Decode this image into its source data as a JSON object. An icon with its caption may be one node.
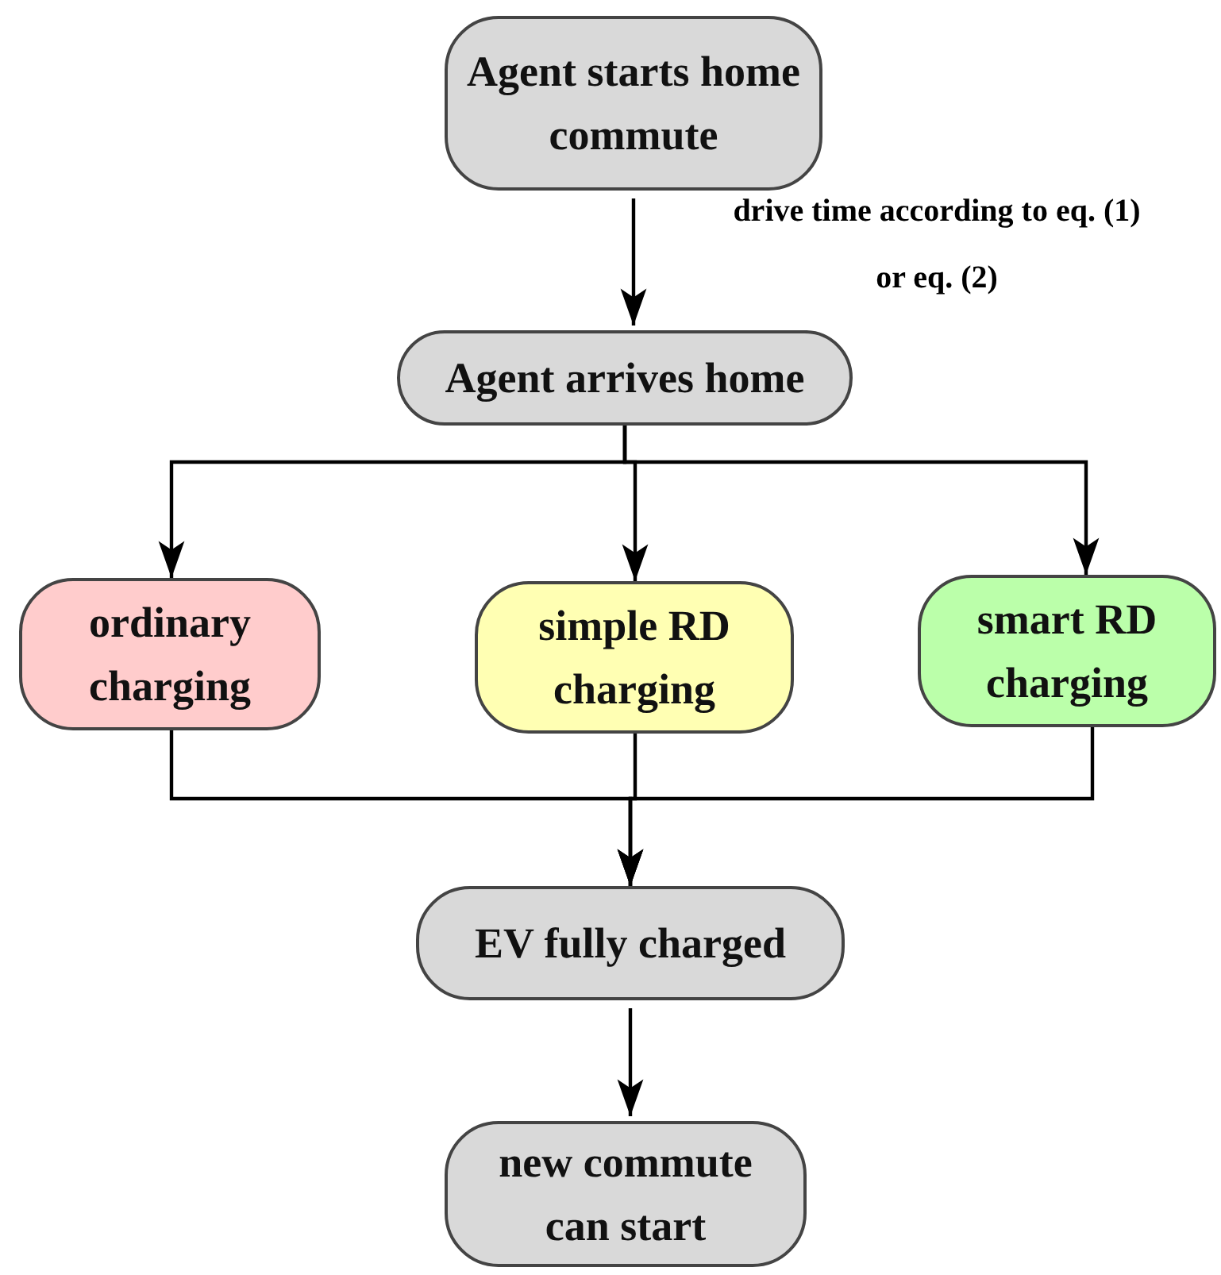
{
  "diagram": {
    "nodes": [
      {
        "text": [
          "Agent starts home commute"
        ]
      },
      {
        "text": [
          "Agent arrives home"
        ]
      },
      {
        "text": [
          "ordinary charging"
        ]
      },
      {
        "text": [
          "simple RD charging"
        ]
      },
      {
        "text": [
          "smart RD charging"
        ]
      },
      {
        "text": [
          "EV fully charged"
        ]
      },
      {
        "text": [
          "new commute can start"
        ]
      }
    ],
    "edges": [
      {
        "from": 0,
        "to": 1,
        "arrow": "to"
      },
      {
        "from": 1,
        "to": 2,
        "arrow": "to"
      },
      {
        "from": 1,
        "to": 3,
        "arrow": "to"
      },
      {
        "from": 1,
        "to": 4,
        "arrow": "to"
      },
      {
        "from": 2,
        "to": 5,
        "arrow": "to"
      },
      {
        "from": 3,
        "to": 5,
        "arrow": "to"
      },
      {
        "from": 4,
        "to": 5,
        "arrow": "to"
      },
      {
        "from": 5,
        "to": 6,
        "arrow": "to"
      }
    ],
    "labels": [
      "drive time according to eq. (1) or eq. (2)"
    ]
  }
}
